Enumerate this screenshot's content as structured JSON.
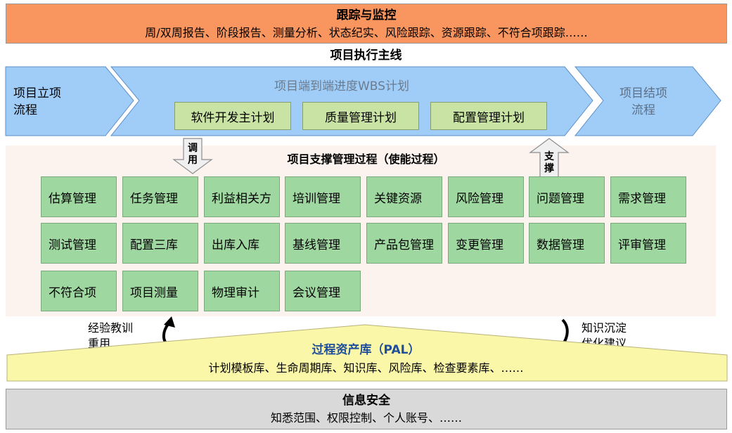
{
  "tracking": {
    "title": "跟踪与监控",
    "subtitle": "周/双周报告、阶段报告、测量分析、状态纪实、风险跟踪、资源跟踪、不符合项跟踪……"
  },
  "main_line": {
    "title": "项目执行主线",
    "start_stage": "项目立项\n流程",
    "wbs_title": "项目端到端进度WBS计划",
    "plans": [
      "软件开发主计划",
      "质量管理计划",
      "配置管理计划"
    ],
    "end_stage": "项目结项\n流程"
  },
  "support": {
    "title": "项目支撑管理过程（使能过程）",
    "invoke_label": "调\n用",
    "support_label": "支\n撑",
    "rows": [
      [
        "估算管理",
        "任务管理",
        "利益相关方",
        "培训管理",
        "关键资源",
        "风险管理",
        "问题管理",
        "需求管理"
      ],
      [
        "测试管理",
        "配置三库",
        "出库入库",
        "基线管理",
        "产品包管理",
        "变更管理",
        "数据管理",
        "评审管理"
      ],
      [
        "不符合项",
        "项目测量",
        "物理审计",
        "会议管理"
      ]
    ]
  },
  "pal": {
    "title": "过程资产库（PAL）",
    "subtitle": "计划模板库、生命周期库、知识库、风险库、检查要素库、……",
    "left_note": "经验教训\n重用",
    "right_note": "知识沉淀\n优化建议"
  },
  "security": {
    "title": "信息安全",
    "subtitle": "知悉范围、权限控制、个人账号、……"
  },
  "colors": {
    "tracking_bg": "#f9955e",
    "chevron_fill": "#9fcdf8",
    "support_bg": "#fcf3ee",
    "process_box": "#9ed79f",
    "plan_box": "#c9e3a4",
    "pal_fill": "#fbf7a8",
    "security_bg": "#d9d9d9",
    "pal_title": "#1f4e9a"
  }
}
